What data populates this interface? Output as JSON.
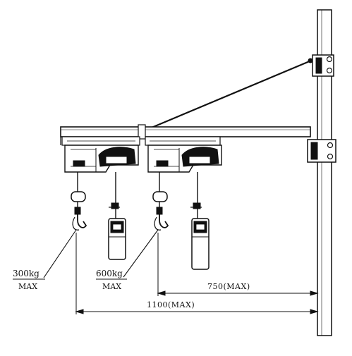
{
  "figure": {
    "labels": {
      "load_short_reach": {
        "value": "600kg",
        "unit": "MAX"
      },
      "load_long_reach": {
        "value": "300kg",
        "unit": "MAX"
      },
      "dim_short": "750(MAX)",
      "dim_long": "1100(MAX)"
    }
  }
}
